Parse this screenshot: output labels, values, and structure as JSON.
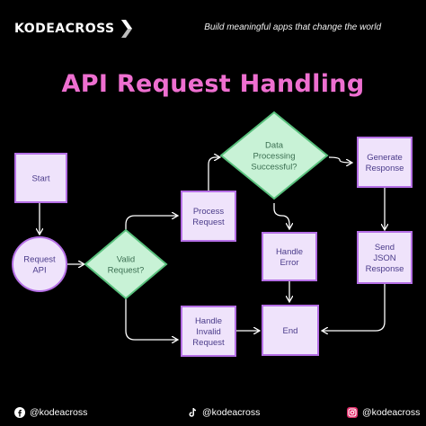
{
  "header": {
    "brand": "KODEACROSS",
    "tagline": "Build meaningful apps that change the world"
  },
  "title": "API Request Handling",
  "diagram": {
    "nodes": {
      "start": [
        "Start"
      ],
      "request_api": [
        "Request",
        "API"
      ],
      "valid_request": [
        "Valid",
        "Request?"
      ],
      "process_request": [
        "Process",
        "Request"
      ],
      "handle_invalid": [
        "Handle",
        "Invalid",
        "Request"
      ],
      "data_processing": [
        "Data",
        "Processing",
        "Successful?"
      ],
      "handle_error": [
        "Handle",
        "Error"
      ],
      "end": [
        "End"
      ],
      "generate_response": [
        "Generate",
        "Response"
      ],
      "send_json": [
        "Send",
        "JSON",
        "Response"
      ]
    }
  },
  "footer": {
    "facebook": "@kodeacross",
    "tiktok": "@kodeacross",
    "instagram": "@kodeacross"
  },
  "colors": {
    "accent": "#ee6fd0",
    "node_fill": "#efe3fb",
    "node_border": "#b56fe6",
    "decision_fill": "#c8f2d6",
    "decision_border": "#58c07c"
  }
}
